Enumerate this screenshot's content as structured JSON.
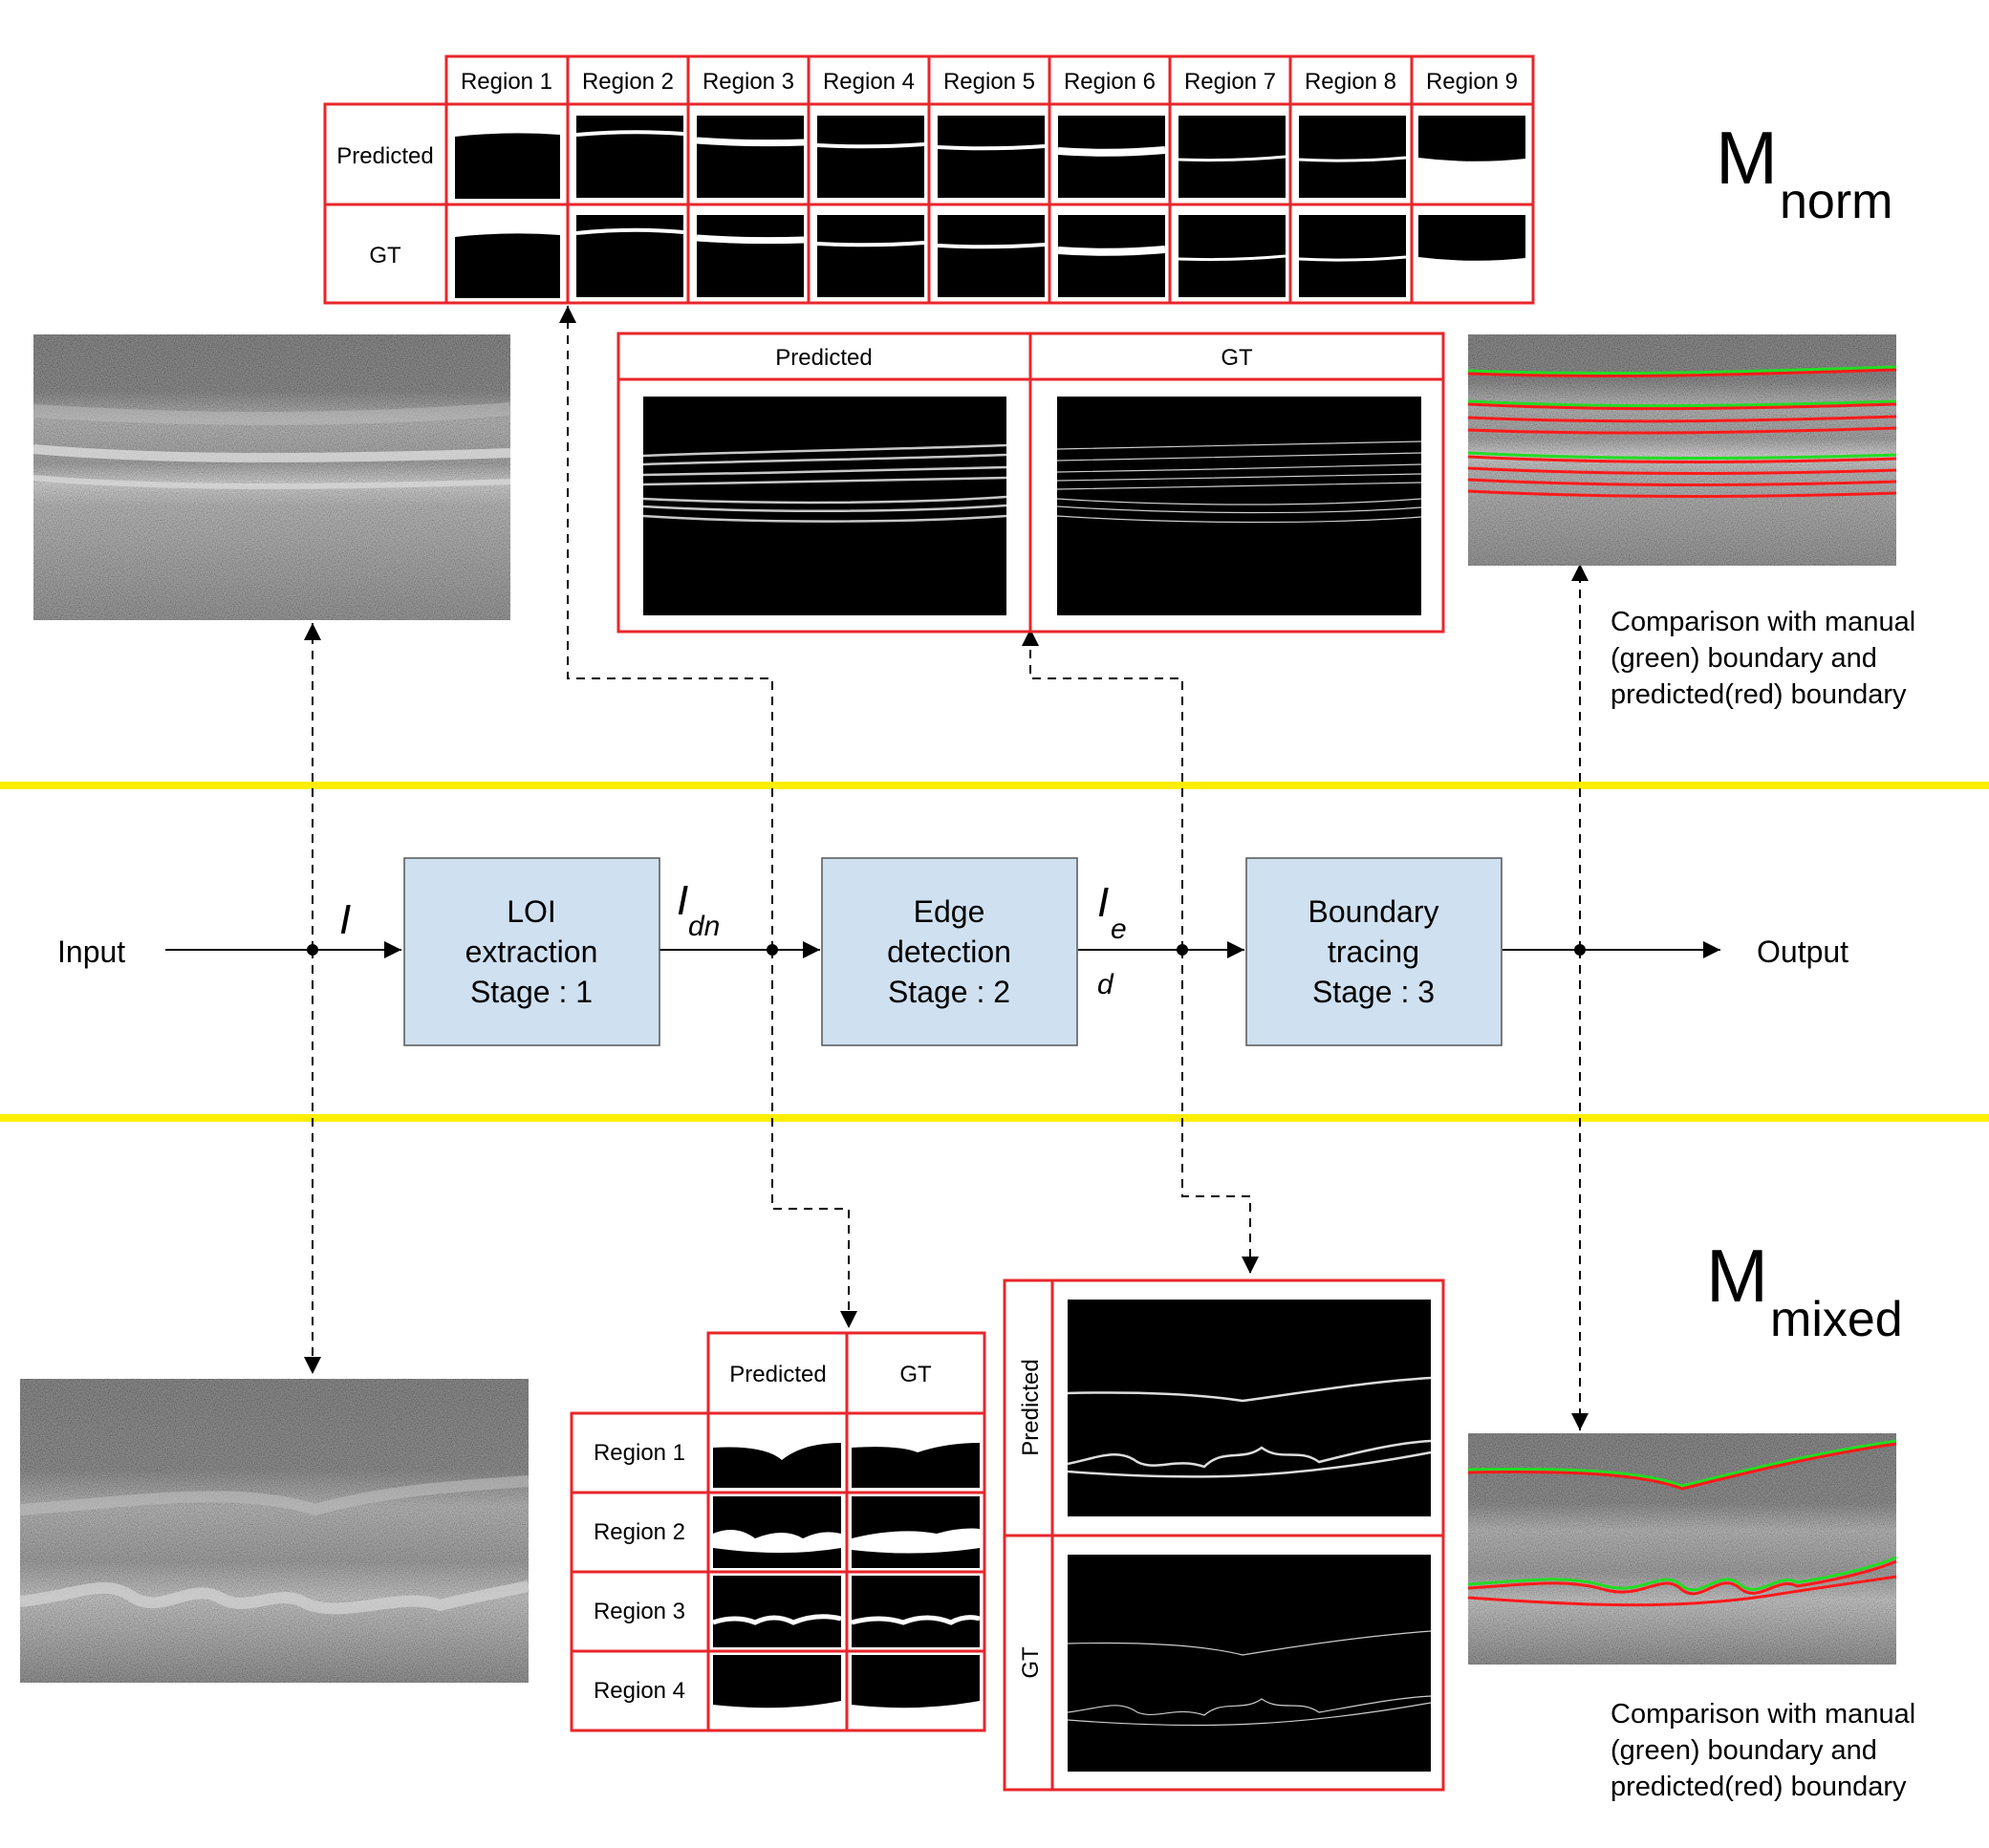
{
  "models": {
    "top": "M",
    "top_sub": "norm",
    "bottom": "M",
    "bottom_sub": "mixed"
  },
  "pipeline": {
    "input": "Input",
    "output": "Output",
    "signals": [
      {
        "main": "I",
        "sub": ""
      },
      {
        "main": "I",
        "sub": "dn"
      },
      {
        "main": "I",
        "sub": "e",
        "sub2": "d"
      }
    ],
    "stages": [
      {
        "line1": "LOI",
        "line2": "extraction",
        "line3": "Stage : 1"
      },
      {
        "line1": "Edge",
        "line2": "detection",
        "line3": "Stage : 2"
      },
      {
        "line1": "Boundary",
        "line2": "tracing",
        "line3": "Stage : 3"
      }
    ]
  },
  "norm_table": {
    "regions": [
      "Region 1",
      "Region 2",
      "Region 3",
      "Region 4",
      "Region 5",
      "Region 6",
      "Region 7",
      "Region 8",
      "Region 9"
    ],
    "row_predicted": "Predicted",
    "row_gt": "GT"
  },
  "norm_edge": {
    "predicted": "Predicted",
    "gt": "GT"
  },
  "mixed_table": {
    "col_predicted": "Predicted",
    "col_gt": "GT",
    "regions": [
      "Region 1",
      "Region 2",
      "Region 3",
      "Region 4"
    ]
  },
  "mixed_edge": {
    "predicted": "Predicted",
    "gt": "GT"
  },
  "captions": {
    "top": [
      "Comparison with manual",
      "(green) boundary and",
      "predicted(red) boundary"
    ],
    "bottom": [
      "Comparison with manual",
      "(green) boundary and",
      "predicted(red) boundary"
    ]
  },
  "colors": {
    "frame": "#e8262b",
    "separator": "#ffee00",
    "stage_fill": "#cfe0f0",
    "manual": "#22dd22",
    "predicted": "#ff1a1a"
  }
}
